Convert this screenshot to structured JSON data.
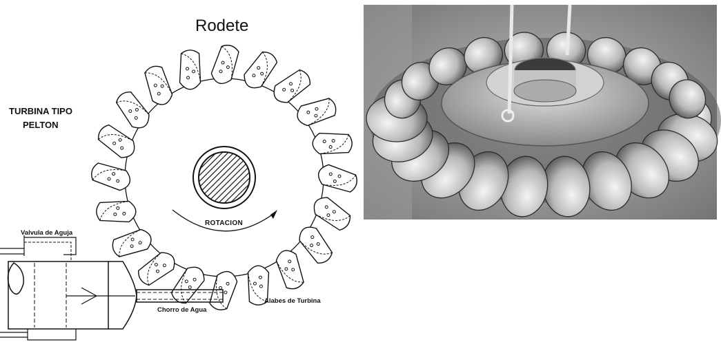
{
  "labels": {
    "title": "Rodete",
    "turbine_type_line1": "TURBINA TIPO",
    "turbine_type_line2": "PELTON",
    "rotation": "ROTACION",
    "needle_valve": "Valvula de Aguja",
    "water_jet": "Chorro de Agua",
    "turbine_blades": "Alabes de Turbina"
  },
  "diagram": {
    "bucket_count": 20,
    "line_color": "#111111",
    "photo_tone": "#8c8c8c"
  }
}
